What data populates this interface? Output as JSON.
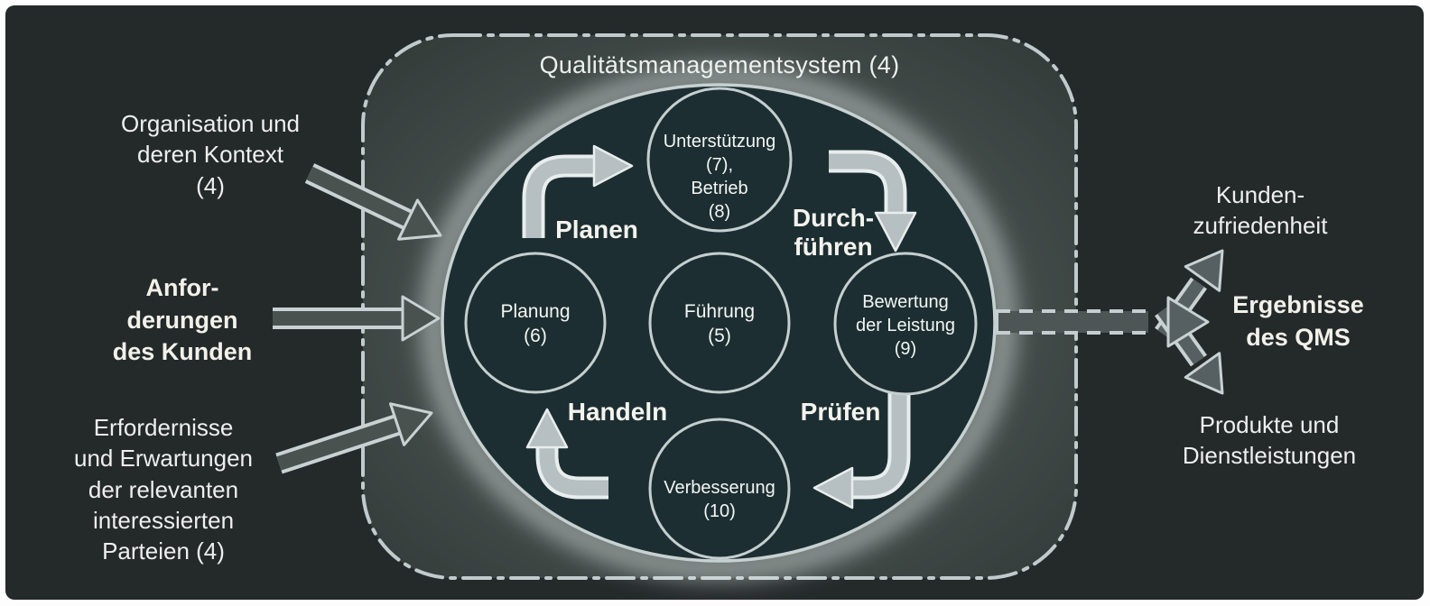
{
  "title": "Qualitätsmanagementsystem (4)",
  "left_inputs": [
    {
      "name": "organisation-kontext",
      "lines": [
        "Organisation und",
        "deren Kontext",
        "(4)"
      ],
      "bold": false
    },
    {
      "name": "anforderungen-kunde",
      "lines": [
        "Anfor-",
        "derungen",
        "des Kunden"
      ],
      "bold": true
    },
    {
      "name": "erfordernisse-parteien",
      "lines": [
        "Erfordernisse",
        "und Erwartungen",
        "der relevanten",
        "interessierten",
        "Parteien (4)"
      ],
      "bold": false
    }
  ],
  "right_outputs": [
    {
      "name": "kundenzufriedenheit",
      "lines": [
        "Kunden-",
        "zufriedenheit"
      ],
      "bold": false
    },
    {
      "name": "ergebnisse-qms",
      "lines": [
        "Ergebnisse",
        "des QMS"
      ],
      "bold": true
    },
    {
      "name": "produkte-dienstleistungen",
      "lines": [
        "Produkte und",
        "Dienstleistungen"
      ],
      "bold": false
    }
  ],
  "pdca": {
    "plan": "Planen",
    "do": [
      "Durch-",
      "führen"
    ],
    "check": "Prüfen",
    "act": "Handeln"
  },
  "nodes": {
    "top": [
      "Unterstützung",
      "(7),",
      "Betrieb",
      "(8)"
    ],
    "left": [
      "Planung",
      "(6)"
    ],
    "center": [
      "Führung",
      "(5)"
    ],
    "right": [
      "Bewertung",
      "der Leistung",
      "(9)"
    ],
    "bottom": [
      "Verbesserung",
      "(10)"
    ]
  },
  "colors": {
    "page_frame": "#fdfdfd",
    "background": "#24292a",
    "box_fill_center": "#505a57",
    "box_fill_edge": "#313937",
    "box_border": "#c2cbcc",
    "ellipse_fill": "#1c2e31",
    "outline_light": "#c6cfd0",
    "arrow_light": "#b6bfc1",
    "arrow_dark": "#4b5452",
    "text": "#edf0ee"
  }
}
